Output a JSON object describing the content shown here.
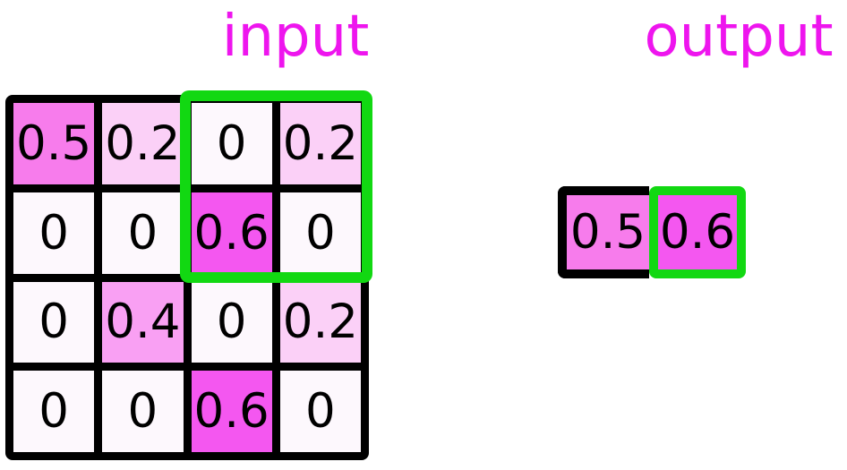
{
  "titles": {
    "input": "input",
    "output": "output"
  },
  "colors": {
    "title_text": "#ee15ee",
    "grid_lines": "#000000",
    "highlight_window": "#12d812",
    "value_fills": {
      "v0": "#fdf8fd",
      "v02": "#fbd0f7",
      "v04": "#f9a0f3",
      "v05": "#f77cec",
      "v06": "#f457f0"
    }
  },
  "input_grid": {
    "rows": 4,
    "cols": 4,
    "matrix": [
      [
        0.5,
        0.2,
        0,
        0.2
      ],
      [
        0,
        0,
        0.6,
        0
      ],
      [
        0,
        0.4,
        0,
        0.2
      ],
      [
        0,
        0,
        0.6,
        0
      ]
    ],
    "cells": [
      {
        "v": "0.5",
        "bg": "#f77cec"
      },
      {
        "v": "0.2",
        "bg": "#fbd0f7"
      },
      {
        "v": "0",
        "bg": "#fdf8fd"
      },
      {
        "v": "0.2",
        "bg": "#fbd0f7"
      },
      {
        "v": "0",
        "bg": "#fdf8fd"
      },
      {
        "v": "0",
        "bg": "#fdf8fd"
      },
      {
        "v": "0.6",
        "bg": "#f457f0"
      },
      {
        "v": "0",
        "bg": "#fdf8fd"
      },
      {
        "v": "0",
        "bg": "#fdf8fd"
      },
      {
        "v": "0.4",
        "bg": "#f9a0f3"
      },
      {
        "v": "0",
        "bg": "#fdf8fd"
      },
      {
        "v": "0.2",
        "bg": "#fbd0f7"
      },
      {
        "v": "0",
        "bg": "#fdf8fd"
      },
      {
        "v": "0",
        "bg": "#fdf8fd"
      },
      {
        "v": "0.6",
        "bg": "#f457f0"
      },
      {
        "v": "0",
        "bg": "#fdf8fd"
      }
    ],
    "highlight_window": {
      "row_start": 0,
      "row_end": 1,
      "col_start": 2,
      "col_end": 3
    }
  },
  "output_grid": {
    "cells": [
      {
        "v": "0.5",
        "bg": "#f77cec",
        "highlighted": false
      },
      {
        "v": "0.6",
        "bg": "#f457f0",
        "highlighted": true
      }
    ]
  }
}
